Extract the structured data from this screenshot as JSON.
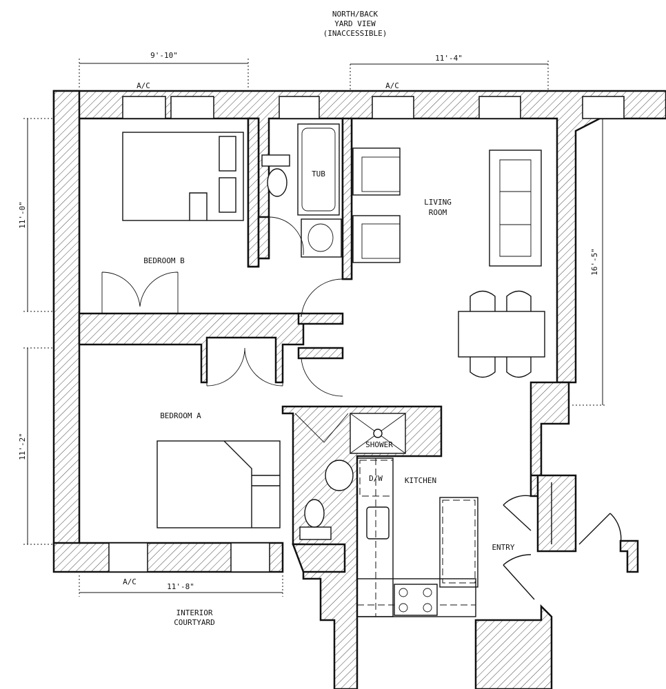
{
  "labels": {
    "north_line1": "NORTH/BACK",
    "north_line2": "YARD VIEW",
    "north_line3": "(INACCESSIBLE)",
    "courtyard_line1": "INTERIOR",
    "courtyard_line2": "COURTYARD",
    "bedroom_b": "BEDROOM B",
    "bedroom_a": "BEDROOM A",
    "living_line1": "LIVING",
    "living_line2": "ROOM",
    "tub": "TUB",
    "shower": "SHOWER",
    "dishwasher": "D/W",
    "kitchen": "KITCHEN",
    "entry": "ENTRY",
    "ac_top_left": "A/C",
    "ac_top_right": "A/C",
    "ac_bottom": "A/C"
  },
  "dimensions": {
    "bedroom_b_width": "9'-10\"",
    "living_width": "11'-4\"",
    "bedroom_b_depth": "11'-0\"",
    "living_depth": "16'-5\"",
    "bedroom_a_depth": "11'-2\"",
    "bedroom_a_width": "11'-8\""
  }
}
